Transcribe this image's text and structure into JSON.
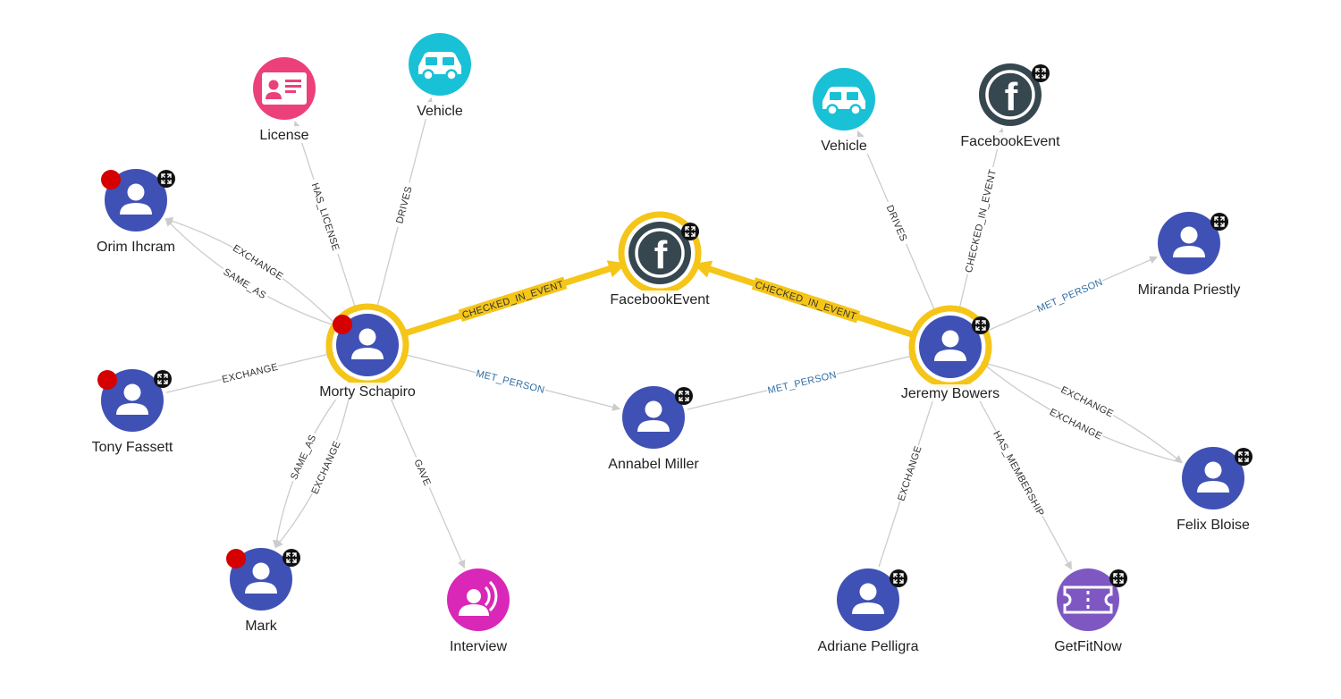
{
  "colors": {
    "person": "#3f51b5",
    "vehicle": "#19c1d6",
    "license": "#ec407a",
    "facebook": "#37474f",
    "interview": "#d927b8",
    "membership": "#7e57c2",
    "highlight": "#f5c518",
    "edge": "#cccccc",
    "edge_text": "#333333",
    "met_text": "#2e6da4",
    "alert": "#d50000",
    "expand_badge": "#111111"
  },
  "nodes": [
    {
      "id": "morty",
      "label": "Morty Schapiro",
      "kind": "person",
      "icon": "person-icon",
      "selected": true,
      "alert": true,
      "expand": false
    },
    {
      "id": "jeremy",
      "label": "Jeremy Bowers",
      "kind": "person",
      "icon": "person-icon",
      "selected": true,
      "alert": false,
      "expand": true
    },
    {
      "id": "fbcenter",
      "label": "FacebookEvent",
      "kind": "facebook",
      "icon": "facebook-icon",
      "selected": true,
      "alert": false,
      "expand": true
    },
    {
      "id": "license",
      "label": "License",
      "kind": "license",
      "icon": "license-card-icon",
      "selected": false,
      "alert": false,
      "expand": false
    },
    {
      "id": "vehicle1",
      "label": "Vehicle",
      "kind": "vehicle",
      "icon": "car-icon",
      "selected": false,
      "alert": false,
      "expand": false
    },
    {
      "id": "orim",
      "label": "Orim Ihcram",
      "kind": "person",
      "icon": "person-icon",
      "selected": false,
      "alert": true,
      "expand": true
    },
    {
      "id": "tony",
      "label": "Tony Fassett",
      "kind": "person",
      "icon": "person-icon",
      "selected": false,
      "alert": true,
      "expand": true
    },
    {
      "id": "mark",
      "label": "Mark",
      "kind": "person",
      "icon": "person-icon",
      "selected": false,
      "alert": true,
      "expand": true
    },
    {
      "id": "interview",
      "label": "Interview",
      "kind": "interview",
      "icon": "interview-icon",
      "selected": false,
      "alert": false,
      "expand": false
    },
    {
      "id": "annabel",
      "label": "Annabel Miller",
      "kind": "person",
      "icon": "person-icon",
      "selected": false,
      "alert": false,
      "expand": true
    },
    {
      "id": "vehicle2",
      "label": "Vehicle",
      "kind": "vehicle",
      "icon": "car-icon",
      "selected": false,
      "alert": false,
      "expand": false
    },
    {
      "id": "fbright",
      "label": "FacebookEvent",
      "kind": "facebook",
      "icon": "facebook-icon",
      "selected": false,
      "alert": false,
      "expand": true
    },
    {
      "id": "miranda",
      "label": "Miranda Priestly",
      "kind": "person",
      "icon": "person-icon",
      "selected": false,
      "alert": false,
      "expand": true
    },
    {
      "id": "felix",
      "label": "Felix Bloise",
      "kind": "person",
      "icon": "person-icon",
      "selected": false,
      "alert": false,
      "expand": true
    },
    {
      "id": "adriane",
      "label": "Adriane Pelligra",
      "kind": "person",
      "icon": "person-icon",
      "selected": false,
      "alert": false,
      "expand": true
    },
    {
      "id": "getfit",
      "label": "GetFitNow",
      "kind": "membership",
      "icon": "membership-ticket-icon",
      "selected": false,
      "alert": false,
      "expand": true
    }
  ],
  "edges": [
    {
      "from": "morty",
      "to": "license",
      "label": "HAS_LICENSE",
      "highlight": false
    },
    {
      "from": "morty",
      "to": "vehicle1",
      "label": "DRIVES",
      "highlight": false
    },
    {
      "from": "morty",
      "to": "orim",
      "label": "SAME_AS",
      "highlight": false
    },
    {
      "from": "morty",
      "to": "orim",
      "label": "EXCHANGE",
      "highlight": false
    },
    {
      "from": "tony",
      "to": "morty",
      "label": "EXCHANGE",
      "highlight": false
    },
    {
      "from": "morty",
      "to": "mark",
      "label": "SAME_AS",
      "highlight": false
    },
    {
      "from": "morty",
      "to": "mark",
      "label": "EXCHANGE",
      "highlight": false
    },
    {
      "from": "morty",
      "to": "interview",
      "label": "GAVE",
      "highlight": false
    },
    {
      "from": "morty",
      "to": "annabel",
      "label": "MET_PERSON",
      "highlight": false,
      "met": true
    },
    {
      "from": "annabel",
      "to": "jeremy",
      "label": "MET_PERSON",
      "highlight": false,
      "met": true
    },
    {
      "from": "morty",
      "to": "fbcenter",
      "label": "CHECKED_IN_EVENT",
      "highlight": true
    },
    {
      "from": "jeremy",
      "to": "fbcenter",
      "label": "CHECKED_IN_EVENT",
      "highlight": true
    },
    {
      "from": "jeremy",
      "to": "vehicle2",
      "label": "DRIVES",
      "highlight": false
    },
    {
      "from": "jeremy",
      "to": "fbright",
      "label": "CHECKED_IN_EVENT",
      "highlight": false
    },
    {
      "from": "jeremy",
      "to": "miranda",
      "label": "MET_PERSON",
      "highlight": false,
      "met": true
    },
    {
      "from": "jeremy",
      "to": "felix",
      "label": "EXCHANGE",
      "highlight": false
    },
    {
      "from": "felix",
      "to": "jeremy",
      "label": "EXCHANGE",
      "highlight": false
    },
    {
      "from": "adriane",
      "to": "jeremy",
      "label": "EXCHANGE",
      "highlight": false
    },
    {
      "from": "jeremy",
      "to": "getfit",
      "label": "HAS_MEMBERSHIP",
      "highlight": false
    }
  ]
}
